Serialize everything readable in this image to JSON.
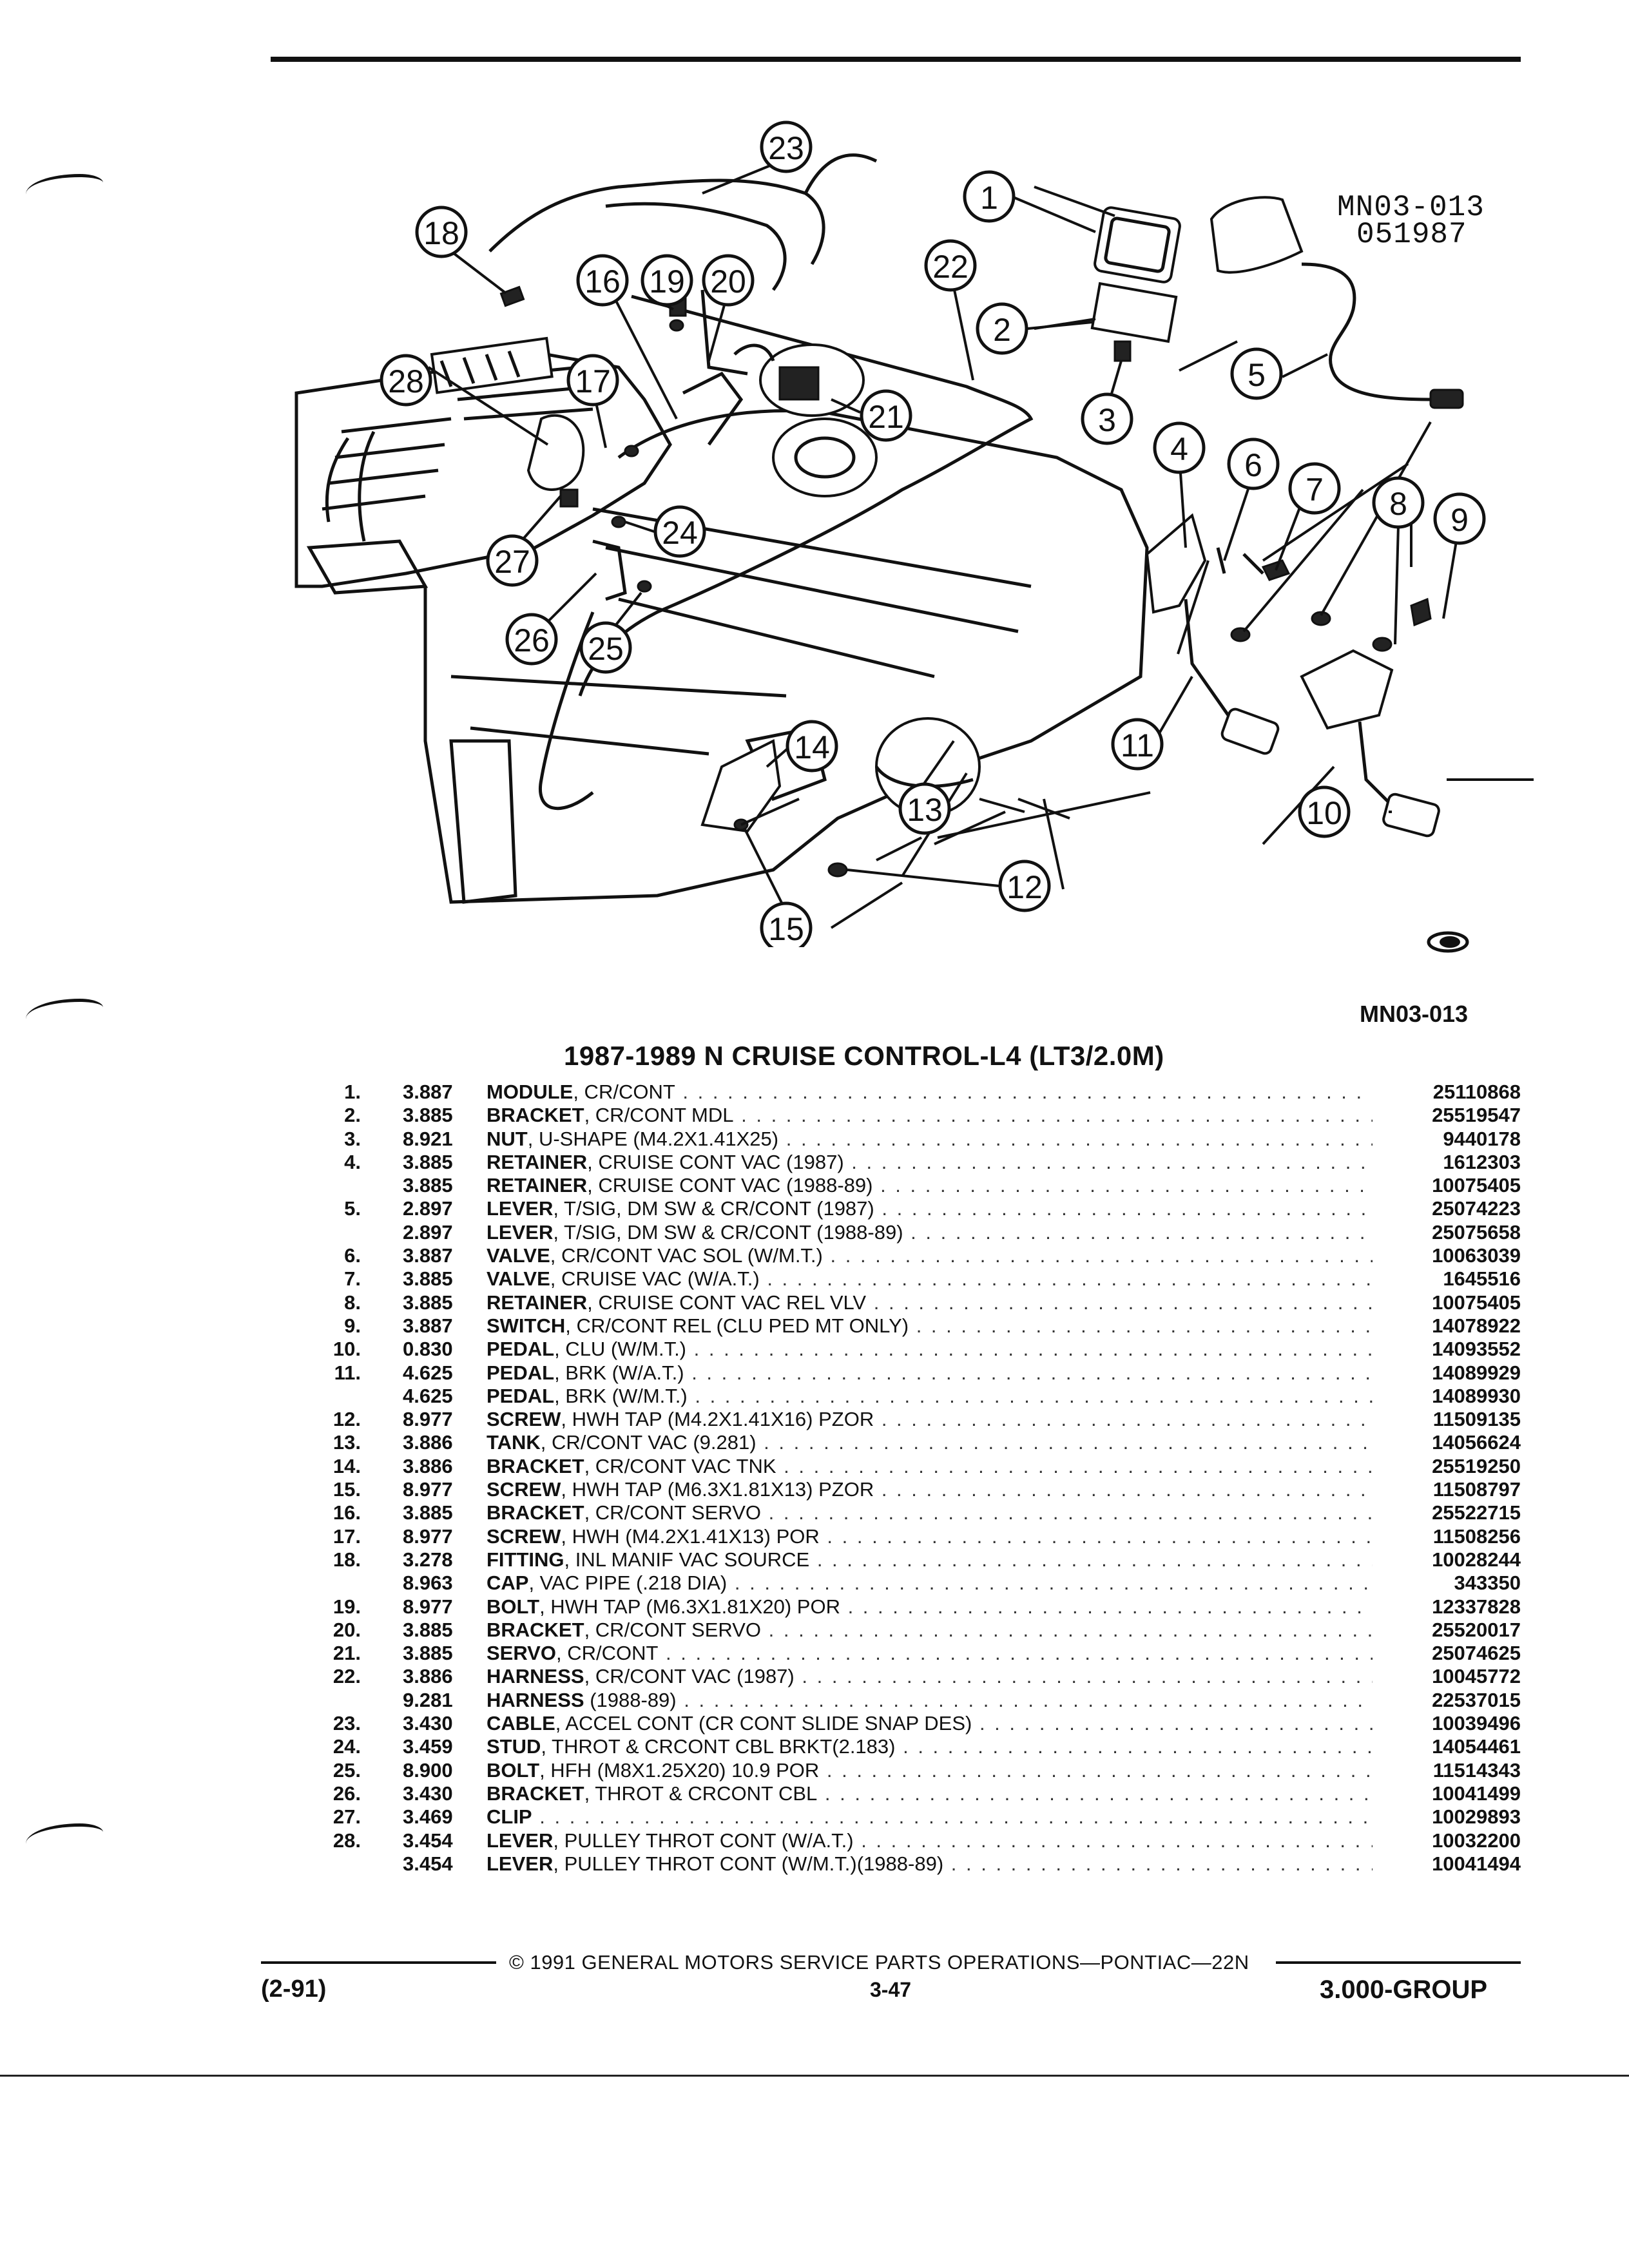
{
  "diagram": {
    "ref_code_line1": "MN03-013",
    "ref_code_line2": "051987",
    "callouts": [
      "1",
      "2",
      "3",
      "4",
      "5",
      "6",
      "7",
      "8",
      "9",
      "10",
      "11",
      "12",
      "13",
      "14",
      "15",
      "16",
      "17",
      "18",
      "19",
      "20",
      "21",
      "22",
      "23",
      "24",
      "25",
      "26",
      "27",
      "28"
    ]
  },
  "figure_code": "MN03-013",
  "title": "1987-1989 N CRUISE CONTROL-L4 (LT3/2.0M)",
  "parts": [
    {
      "num": "1.",
      "grp": "3.887",
      "name": "MODULE",
      "desc": ", CR/CONT",
      "pn": "25110868"
    },
    {
      "num": "2.",
      "grp": "3.885",
      "name": "BRACKET",
      "desc": ", CR/CONT MDL",
      "pn": "25519547"
    },
    {
      "num": "3.",
      "grp": "8.921",
      "name": "NUT",
      "desc": ", U-SHAPE (M4.2X1.41X25)",
      "pn": "9440178"
    },
    {
      "num": "4.",
      "grp": "3.885",
      "name": "RETAINER",
      "desc": ", CRUISE CONT VAC (1987)",
      "pn": "1612303"
    },
    {
      "num": "",
      "grp": "3.885",
      "name": "RETAINER",
      "desc": ", CRUISE CONT VAC (1988-89)",
      "pn": "10075405"
    },
    {
      "num": "5.",
      "grp": "2.897",
      "name": "LEVER",
      "desc": ", T/SIG, DM SW & CR/CONT (1987)",
      "pn": "25074223"
    },
    {
      "num": "",
      "grp": "2.897",
      "name": "LEVER",
      "desc": ", T/SIG, DM SW & CR/CONT (1988-89)",
      "pn": "25075658"
    },
    {
      "num": "6.",
      "grp": "3.887",
      "name": "VALVE",
      "desc": ", CR/CONT VAC SOL (W/M.T.)",
      "pn": "10063039"
    },
    {
      "num": "7.",
      "grp": "3.885",
      "name": "VALVE",
      "desc": ", CRUISE VAC (W/A.T.)",
      "pn": "1645516"
    },
    {
      "num": "8.",
      "grp": "3.885",
      "name": "RETAINER",
      "desc": ", CRUISE CONT VAC REL VLV",
      "pn": "10075405"
    },
    {
      "num": "9.",
      "grp": "3.887",
      "name": "SWITCH",
      "desc": ", CR/CONT REL (CLU PED MT ONLY)",
      "pn": "14078922"
    },
    {
      "num": "10.",
      "grp": "0.830",
      "name": "PEDAL",
      "desc": ", CLU (W/M.T.)",
      "pn": "14093552"
    },
    {
      "num": "11.",
      "grp": "4.625",
      "name": "PEDAL",
      "desc": ", BRK (W/A.T.)",
      "pn": "14089929"
    },
    {
      "num": "",
      "grp": "4.625",
      "name": "PEDAL",
      "desc": ", BRK (W/M.T.)",
      "pn": "14089930"
    },
    {
      "num": "12.",
      "grp": "8.977",
      "name": "SCREW",
      "desc": ", HWH TAP (M4.2X1.41X16) PZOR",
      "pn": "11509135"
    },
    {
      "num": "13.",
      "grp": "3.886",
      "name": "TANK",
      "desc": ", CR/CONT VAC (9.281)",
      "pn": "14056624"
    },
    {
      "num": "14.",
      "grp": "3.886",
      "name": "BRACKET",
      "desc": ", CR/CONT VAC TNK",
      "pn": "25519250"
    },
    {
      "num": "15.",
      "grp": "8.977",
      "name": "SCREW",
      "desc": ", HWH TAP (M6.3X1.81X13) PZOR",
      "pn": "11508797"
    },
    {
      "num": "16.",
      "grp": "3.885",
      "name": "BRACKET",
      "desc": ", CR/CONT SERVO",
      "pn": "25522715"
    },
    {
      "num": "17.",
      "grp": "8.977",
      "name": "SCREW",
      "desc": ", HWH (M4.2X1.41X13) POR",
      "pn": "11508256"
    },
    {
      "num": "18.",
      "grp": "3.278",
      "name": "FITTING",
      "desc": ", INL MANIF VAC SOURCE",
      "pn": "10028244"
    },
    {
      "num": "",
      "grp": "8.963",
      "name": "CAP",
      "desc": ", VAC PIPE (.218 DIA)",
      "pn": "343350"
    },
    {
      "num": "19.",
      "grp": "8.977",
      "name": "BOLT",
      "desc": ", HWH TAP (M6.3X1.81X20) POR",
      "pn": "12337828"
    },
    {
      "num": "20.",
      "grp": "3.885",
      "name": "BRACKET",
      "desc": ", CR/CONT SERVO",
      "pn": "25520017"
    },
    {
      "num": "21.",
      "grp": "3.885",
      "name": "SERVO",
      "desc": ", CR/CONT",
      "pn": "25074625"
    },
    {
      "num": "22.",
      "grp": "3.886",
      "name": "HARNESS",
      "desc": ", CR/CONT VAC (1987)",
      "pn": "10045772"
    },
    {
      "num": "",
      "grp": "9.281",
      "name": "HARNESS",
      "desc": " (1988-89)",
      "pn": "22537015"
    },
    {
      "num": "23.",
      "grp": "3.430",
      "name": "CABLE",
      "desc": ", ACCEL CONT (CR CONT SLIDE SNAP DES)",
      "pn": "10039496"
    },
    {
      "num": "24.",
      "grp": "3.459",
      "name": "STUD",
      "desc": ", THROT & CRCONT CBL BRKT(2.183)",
      "pn": "14054461"
    },
    {
      "num": "25.",
      "grp": "8.900",
      "name": "BOLT",
      "desc": ", HFH (M8X1.25X20) 10.9 POR",
      "pn": "11514343"
    },
    {
      "num": "26.",
      "grp": "3.430",
      "name": "BRACKET",
      "desc": ", THROT & CRCONT CBL",
      "pn": "10041499"
    },
    {
      "num": "27.",
      "grp": "3.469",
      "name": "CLIP",
      "desc": "",
      "pn": "10029893"
    },
    {
      "num": "28.",
      "grp": "3.454",
      "name": "LEVER",
      "desc": ", PULLEY THROT CONT (W/A.T.)",
      "pn": "10032200"
    },
    {
      "num": "",
      "grp": "3.454",
      "name": "LEVER",
      "desc": ", PULLEY THROT CONT (W/M.T.)(1988-89)",
      "pn": "10041494"
    }
  ],
  "footer": {
    "copyright": "© 1991 GENERAL MOTORS SERVICE PARTS OPERATIONS—PONTIAC—22N",
    "date_code": "(2-91)",
    "page": "3-47",
    "group": "3.000-GROUP"
  }
}
